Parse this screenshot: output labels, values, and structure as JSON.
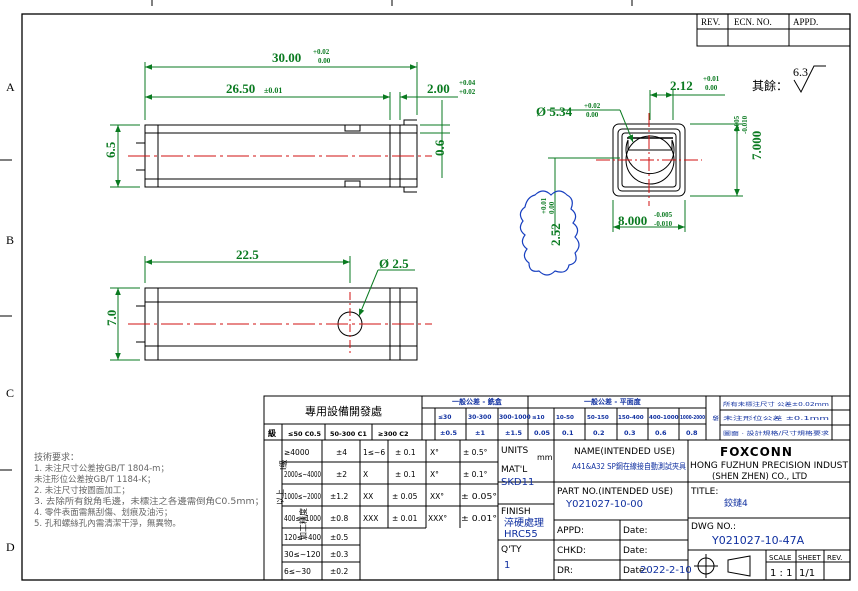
{
  "revision_block": {
    "rev": "REV.",
    "ecn_no": "ECN.  NO.",
    "appd": "APPD."
  },
  "zones": [
    "A",
    "B",
    "C",
    "D"
  ],
  "surface_note": {
    "label": "其餘：",
    "roughness": "6.3"
  },
  "dims": {
    "overall_length": {
      "value": "30.00",
      "upper": "+0.02",
      "lower": "0.00"
    },
    "inner_length": {
      "value": "26.50",
      "tol": "±0.01"
    },
    "end_length": {
      "value": "2.00",
      "upper": "+0.04",
      "lower": "+0.02"
    },
    "diameter_body": "6.5",
    "groove_depth": "0.6",
    "hole_position": "22.5",
    "hole_diameter": "Ø 2.5",
    "side_height": "7.0",
    "bore_diameter": {
      "value": "Ø 5.34",
      "upper": "+0.02",
      "lower": "0.00"
    },
    "flat_width": {
      "value": "2.12",
      "upper": "+0.01",
      "lower": "0.00"
    },
    "square_height": {
      "value": "7.000",
      "upper": "-0.005",
      "lower": "-0.010"
    },
    "square_width": {
      "value": "8.000",
      "upper": "-0.005",
      "lower": "-0.010"
    },
    "cloud_dim": {
      "value": "2.52",
      "upper": "+0.01",
      "lower": "0.00"
    }
  },
  "notes": {
    "title": "技術要求：",
    "lines": [
      "1. 未注尺寸公差按GB/T 1804-m；",
      "    未注形位公差按GB/T 1184-K；",
      "2. 未注尺寸按圖面加工；",
      "3. 去除所有銳角毛邊，未標注之各邊需倒角C0.5mm；",
      "4. 零件表面需無刮傷、划痕及油污；",
      "5. 孔和螺絲孔內需清潔干淨，無異物。"
    ]
  },
  "tolerance_table": {
    "title": "專用設備開發處",
    "group_label": "級",
    "left_header": [
      "≤50 C0.5",
      "50-300 C1",
      "≥300 C2"
    ],
    "general_tol_title": "一般公差 - 銑盒",
    "general_tol_cols": [
      "≤30",
      "30-300",
      "300-1000"
    ],
    "general_tol_vals": [
      "±0.5",
      "±1",
      "±1.5"
    ],
    "flat_tol_title": "一般公差 - 平面度",
    "flat_tol_cols": [
      "≤10",
      "10-50",
      "50-150",
      "150-400",
      "400-1000",
      "1000-2000"
    ],
    "flat_tol_vals": [
      "0.05",
      "0.1",
      "0.2",
      "0.3",
      "0.6",
      "0.8"
    ],
    "side_label": "級",
    "vertical_labels": [
      "加工精度",
      "以上",
      "I級"
    ],
    "range_rows": [
      {
        "range": "≥4000",
        "tol": "±4"
      },
      {
        "range": "2000≤~4000",
        "tol": "±2"
      },
      {
        "range": "1000≤~2000",
        "tol": "±1.2"
      },
      {
        "range": "400≤~1000",
        "tol": "±0.8"
      },
      {
        "range": "120≤~400",
        "tol": "±0.5"
      },
      {
        "range": "30≤~120",
        "tol": "±0.3"
      },
      {
        "range": "6≤~30",
        "tol": "±0.2"
      }
    ],
    "decimal_rows": [
      {
        "fmt": "1≤~6",
        "tol": "± 0.1",
        "ang": "X°",
        "ang_tol": "± 0.5°"
      },
      {
        "fmt": "X",
        "tol": "± 0.1",
        "ang": "X°",
        "ang_tol": "± 0.1°"
      },
      {
        "fmt": "XX",
        "tol": "± 0.05",
        "ang": "XX°",
        "ang_tol": "± 0.05°"
      },
      {
        "fmt": "XXX",
        "tol": "± 0.01",
        "ang": "XXX°",
        "ang_tol": "± 0.01°"
      }
    ]
  },
  "title_block": {
    "units_label": "UNITS",
    "units_value": "mm",
    "name_label": "NAME(INTENDED USE)",
    "name_value": "A41&A32 SP鋼在線接自動測試夾具",
    "matl_label": "MAT'L",
    "matl_value": "SKD11",
    "finish_label": "FINISH",
    "finish_value1": "淬硬處理",
    "finish_value2": "HRC55",
    "qty_label": "Q'TY",
    "qty_value": "1",
    "part_no_label": "PART NO.(INTENDED USE)",
    "part_no_value": "Y021027-10-00",
    "appd_label": "APPD:",
    "chkd_label": "CHKD:",
    "dr_label": "DR:",
    "date_label": "Date:",
    "date_value": "2022-2-10",
    "company_logo": "FOXCONN",
    "company_line1": "HONG FUZHUN PRECISION INDUST",
    "company_line2": "(SHEN ZHEN) CO., LTD",
    "title_label": "TITLE:",
    "title_value": "鉸鏈4",
    "dwg_no_label": "DWG NO.:",
    "dwg_no_value": "Y021027-10-47A",
    "scale_label": "SCALE",
    "sheet_label": "SHEET",
    "rev_label": "REV.",
    "scale_value": "1 : 1",
    "sheet_value": "1/1",
    "right_notes": [
      "所有未標注尺寸 公差±0.02mm",
      "未注形位公差 ±0.1mm",
      "圖面 · 設計規格/尺寸規格要求"
    ]
  }
}
